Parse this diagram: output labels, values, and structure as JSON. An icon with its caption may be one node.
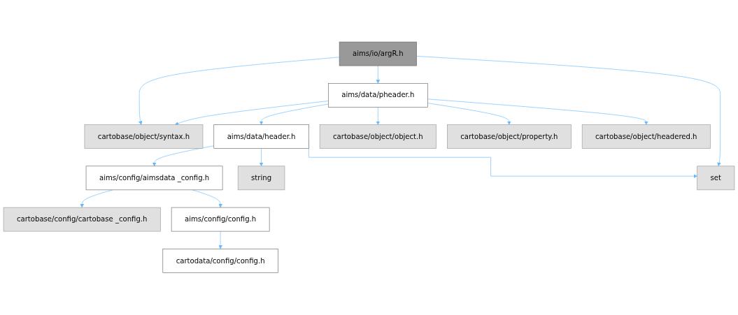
{
  "diagram": {
    "nodes": [
      {
        "text": [
          "aims/io/argR.h"
        ]
      },
      {
        "text": [
          "aims/data/pheader.h"
        ]
      },
      {
        "text": [
          "cartobase/object/syntax.h"
        ]
      },
      {
        "text": [
          "aims/data/header.h"
        ]
      },
      {
        "text": [
          "cartobase/object/object.h"
        ]
      },
      {
        "text": [
          "cartobase/object/property.h"
        ]
      },
      {
        "text": [
          "cartobase/object/headered.h"
        ]
      },
      {
        "text": [
          "aims/config/aimsdata _config.h"
        ]
      },
      {
        "text": [
          "string"
        ]
      },
      {
        "text": [
          "set"
        ]
      },
      {
        "text": [
          "cartobase/config/cartobase _config.h"
        ]
      },
      {
        "text": [
          "aims/config/config.h"
        ]
      },
      {
        "text": [
          "cartodata/config/config.h"
        ]
      }
    ],
    "edges": [
      {
        "from": 0,
        "to": 2,
        "arrow": "to"
      },
      {
        "from": 0,
        "to": 1,
        "arrow": "to"
      },
      {
        "from": 0,
        "to": 9,
        "arrow": "to"
      },
      {
        "from": 1,
        "to": 2,
        "arrow": "to"
      },
      {
        "from": 1,
        "to": 3,
        "arrow": "to"
      },
      {
        "from": 1,
        "to": 4,
        "arrow": "to"
      },
      {
        "from": 1,
        "to": 5,
        "arrow": "to"
      },
      {
        "from": 1,
        "to": 6,
        "arrow": "to"
      },
      {
        "from": 3,
        "to": 7,
        "arrow": "to"
      },
      {
        "from": 3,
        "to": 8,
        "arrow": "to"
      },
      {
        "from": 3,
        "to": 9,
        "arrow": "to"
      },
      {
        "from": 7,
        "to": 10,
        "arrow": "to"
      },
      {
        "from": 7,
        "to": 11,
        "arrow": "to"
      },
      {
        "from": 11,
        "to": 12,
        "arrow": "to"
      }
    ]
  }
}
